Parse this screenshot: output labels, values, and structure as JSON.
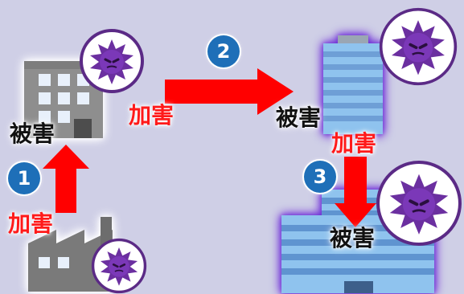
{
  "labels": {
    "attack_1": "加害",
    "attack_2": "加害",
    "attack_3": "加害",
    "victim_1": "被害",
    "victim_2": "被害",
    "victim_3": "被害"
  },
  "steps": [
    "1",
    "2",
    "3"
  ],
  "icons": {
    "factory": "factory-icon",
    "office": "office-building-icon",
    "tower": "blue-tower-icon",
    "large_building": "large-building-icon",
    "virus": "virus-icon",
    "arrow": "red-arrow-icon"
  },
  "colors": {
    "arrow": "#ff0000",
    "attack_text": "#ff1a1a",
    "badge": "#1e6fb8",
    "virus_ring": "#5b2a86",
    "background": "#cfcfe6"
  }
}
